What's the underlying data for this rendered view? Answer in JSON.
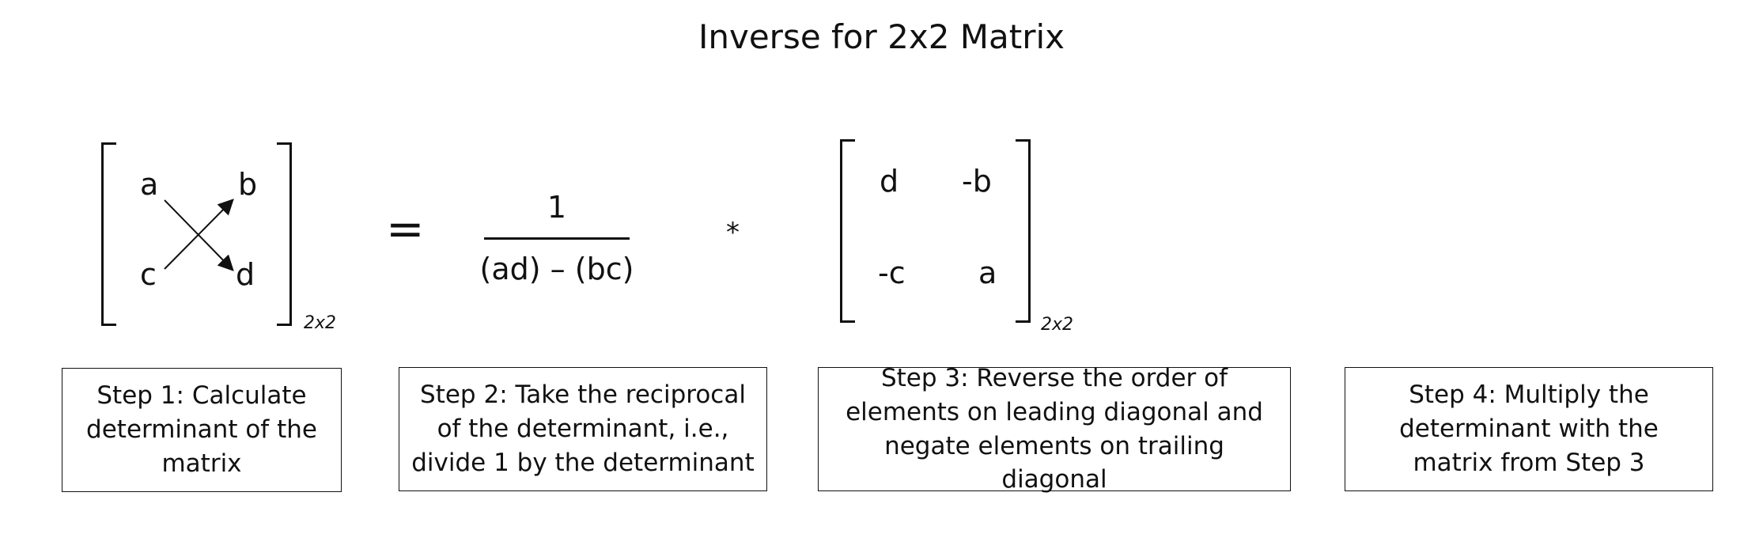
{
  "title": "Inverse for 2x2 Matrix",
  "left_matrix": {
    "a": "a",
    "b": "b",
    "c": "c",
    "d": "d",
    "dim": "2x2"
  },
  "equals": "=",
  "fraction": {
    "numerator": "1",
    "denominator": "(ad) – (bc)"
  },
  "multiply": "*",
  "right_matrix": {
    "r1c1": "d",
    "r1c2": "-b",
    "r2c1": "-c",
    "r2c2": "a",
    "dim": "2x2"
  },
  "steps": [
    {
      "lines": [
        "Step 1: Calculate",
        "determinant of the",
        "matrix"
      ]
    },
    {
      "lines": [
        "Step 2: Take the reciprocal",
        "of the determinant, i.e.,",
        "divide 1 by the determinant"
      ]
    },
    {
      "lines": [
        "Step 3: Reverse the order of",
        "elements on leading diagonal and",
        "negate elements on trailing diagonal"
      ]
    },
    {
      "lines": [
        "Step 4: Multiply the",
        "determinant with the",
        "matrix from Step 3"
      ]
    }
  ]
}
